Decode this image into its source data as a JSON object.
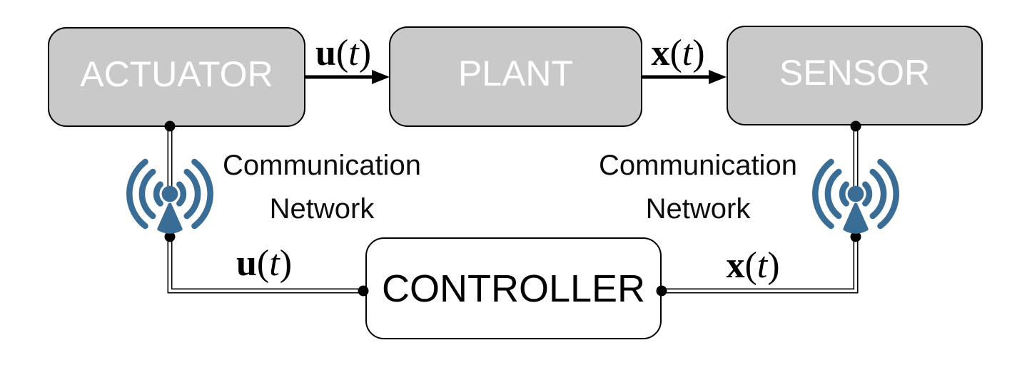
{
  "blocks": {
    "actuator": {
      "label": "ACTUATOR"
    },
    "plant": {
      "label": "PLANT"
    },
    "sensor": {
      "label": "SENSOR"
    },
    "controller": {
      "label": "CONTROLLER"
    }
  },
  "signals": {
    "u_actuator_plant": {
      "vector": "u",
      "open": "(",
      "variable": "t",
      "close": ")"
    },
    "x_plant_sensor": {
      "vector": "x",
      "open": "(",
      "variable": "t",
      "close": ")"
    },
    "u_controller_feedback": {
      "vector": "u",
      "open": "(",
      "variable": "t",
      "close": ")"
    },
    "x_sensor_feedback": {
      "vector": "x",
      "open": "(",
      "variable": "t",
      "close": ")"
    }
  },
  "networks": {
    "left": {
      "line1": "Communication",
      "line2": "Network"
    },
    "right": {
      "line1": "Communication",
      "line2": "Network"
    }
  },
  "icons": {
    "left": "radio-antenna-icon",
    "right": "radio-antenna-icon"
  },
  "colors": {
    "block_fill": "#c9c9c9",
    "block_text": "#ffffff",
    "controller_fill": "#ffffff",
    "controller_text": "#000000",
    "line_color": "#000000",
    "antenna_color": "#3a6d96"
  }
}
